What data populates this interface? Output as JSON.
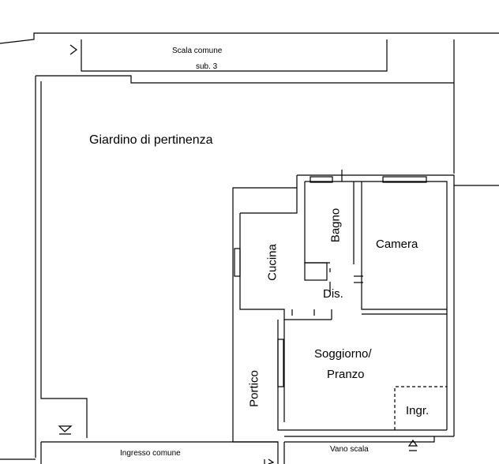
{
  "labels": {
    "scala_comune": "Scala comune",
    "scala_sub": "sub. 3",
    "giardino": "Giardino di pertinenza",
    "bagno": "Bagno",
    "camera": "Camera",
    "cucina": "Cucina",
    "dis": "Dis.",
    "soggiorno_line1": "Soggiorno/",
    "soggiorno_line2": "Pranzo",
    "portico": "Portico",
    "ingr": "Ingr.",
    "ingresso_comune": "Ingresso comune",
    "vano_scala": "Vano scala"
  },
  "colors": {
    "line": "#000000",
    "background": "#ffffff"
  }
}
